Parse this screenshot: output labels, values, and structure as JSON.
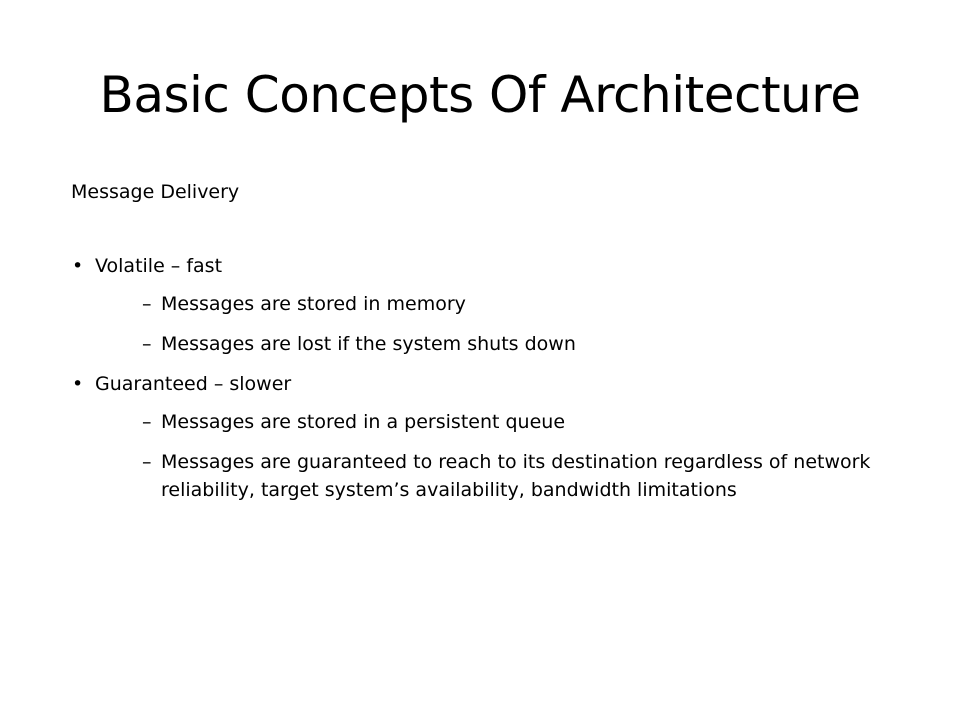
{
  "slide": {
    "title": "Basic Concepts Of Architecture",
    "heading": "Message Delivery",
    "bullet_glyph": "•",
    "dash_glyph": "–",
    "bullets": [
      {
        "text": "Volatile – fast",
        "subitems": [
          "Messages are stored in memory",
          "Messages are lost if the system shuts down"
        ]
      },
      {
        "text": "Guaranteed – slower",
        "subitems": [
          "Messages are stored in a persistent queue",
          "Messages are guaranteed to reach to its destination regardless of network reliability, target system’s availability, bandwidth limitations"
        ]
      }
    ]
  }
}
